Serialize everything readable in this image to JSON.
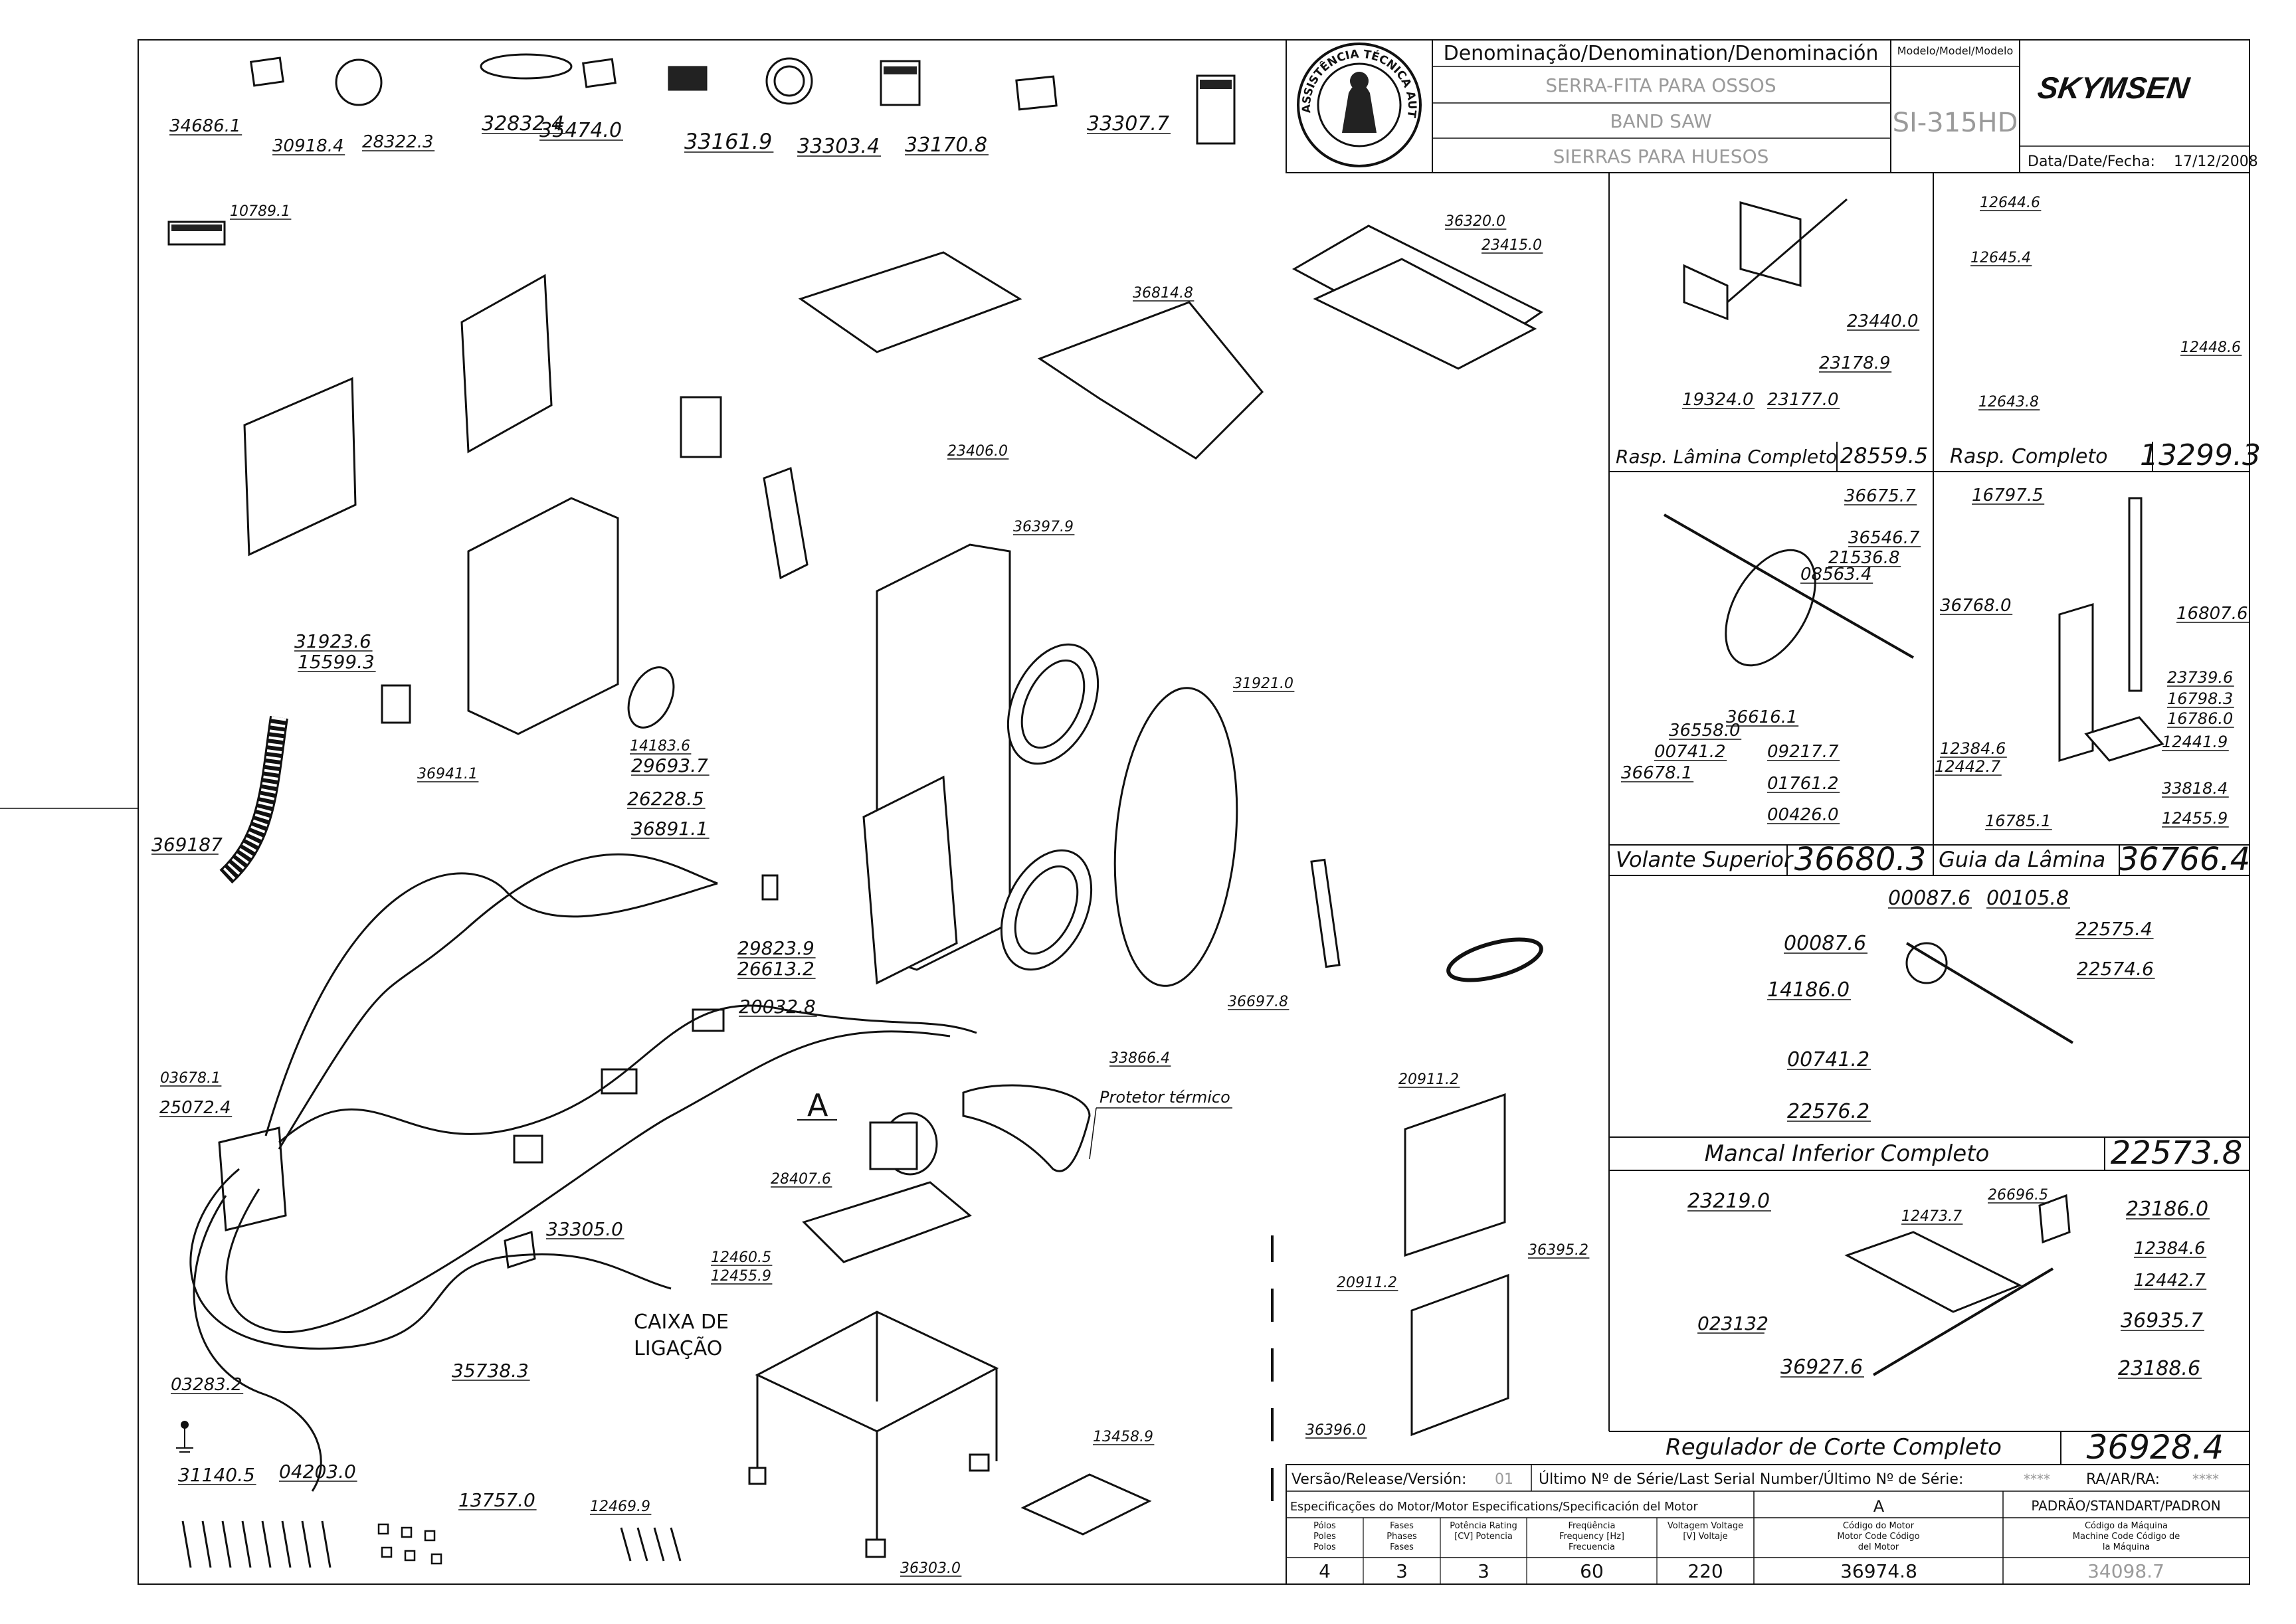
{
  "title_block": {
    "denomination_header": "Denominação/Denomination/Denominación",
    "model_header": "Modelo/Model/Modelo",
    "name_pt": "SERRA-FITA PARA OSSOS",
    "name_en": "BAND SAW",
    "name_es": "SIERRAS PARA HUESOS",
    "model": "SI-315HD",
    "brand": "SKYMSEN",
    "date_label": "Data/Date/Fecha:",
    "date": "17/12/2008",
    "seal_text": "ASSISTÊNCIA TÉCNICA AUTORIZADA"
  },
  "parts_main": [
    {
      "code": "34686.1"
    },
    {
      "code": "30918.4"
    },
    {
      "code": "28322.3"
    },
    {
      "code": "32832.4"
    },
    {
      "code": "35474.0"
    },
    {
      "code": "33161.9"
    },
    {
      "code": "33303.4"
    },
    {
      "code": "33170.8"
    },
    {
      "code": "33307.7"
    },
    {
      "code": "10789.1"
    },
    {
      "code": "36320.0"
    },
    {
      "code": "23415.0"
    },
    {
      "code": "36814.8"
    },
    {
      "code": "23406.0"
    },
    {
      "code": "36397.9"
    },
    {
      "code": "31923.6"
    },
    {
      "code": "15599.3"
    },
    {
      "code": "36941.1"
    },
    {
      "code": "14183.6"
    },
    {
      "code": "29693.7"
    },
    {
      "code": "26228.5"
    },
    {
      "code": "36891.1"
    },
    {
      "code": "369187"
    },
    {
      "code": "31921.0"
    },
    {
      "code": "29823.9"
    },
    {
      "code": "26613.2"
    },
    {
      "code": "20032.8"
    },
    {
      "code": "36697.8"
    },
    {
      "code": "33866.4"
    },
    {
      "code": "03678.1"
    },
    {
      "code": "25072.4"
    },
    {
      "code": "28407.6"
    },
    {
      "code": "12460.5"
    },
    {
      "code": "12455.9"
    },
    {
      "code": "33305.0"
    },
    {
      "code": "35738.3"
    },
    {
      "code": "03283.2"
    },
    {
      "code": "31140.5"
    },
    {
      "code": "04203.0"
    },
    {
      "code": "13757.0"
    },
    {
      "code": "12469.9"
    },
    {
      "code": "36303.0"
    },
    {
      "code": "13458.9"
    },
    {
      "code": "20911.2"
    },
    {
      "code": "36395.2"
    },
    {
      "code": "20911.2"
    },
    {
      "code": "36396.0"
    }
  ],
  "callouts": {
    "motor_label": "A",
    "thermal_protector": "Protetor térmico",
    "junction_box": [
      "CAIXA DE",
      "LIGAÇÃO"
    ]
  },
  "panels": {
    "scraper_blade": {
      "title": "Rasp. Lâmina Completo",
      "code": "28559.5",
      "parts": [
        "23440.0",
        "23178.9",
        "19324.0",
        "23177.0"
      ]
    },
    "scraper": {
      "title": "Rasp. Completo",
      "code": "13299.3",
      "parts": [
        "12644.6",
        "12645.4",
        "12448.6",
        "12643.8"
      ]
    },
    "upper_wheel": {
      "title": "Volante Superior",
      "code": "36680.3",
      "parts": [
        "36675.7",
        "36546.7",
        "21536.8",
        "08563.4",
        "36558.0",
        "00741.2",
        "36678.1",
        "36616.1",
        "09217.7",
        "01761.2",
        "00426.0"
      ]
    },
    "blade_guide": {
      "title": "Guia da Lâmina",
      "code": "36766.4",
      "parts": [
        "16797.5",
        "36768.0",
        "16807.6",
        "23739.6",
        "16798.3",
        "16786.0",
        "12384.6",
        "12442.7",
        "12441.9",
        "33818.4",
        "12455.9",
        "16785.1"
      ]
    },
    "lower_bearing": {
      "title": "Mancal Inferior Completo",
      "code": "22573.8",
      "parts": [
        "00087.6",
        "00105.8",
        "00087.6",
        "22575.4",
        "22574.6",
        "14186.0",
        "00741.2",
        "22576.2"
      ]
    },
    "cut_regulator": {
      "title": "Regulador de Corte Completo",
      "code": "36928.4",
      "parts": [
        "23219.0",
        "12473.7",
        "26696.5",
        "23186.0",
        "12384.6",
        "12442.7",
        "023132",
        "36935.7",
        "36927.6",
        "23188.6"
      ]
    }
  },
  "footer": {
    "version_label": "Versão/Release/Versión:",
    "version": "01",
    "serial_label": "Último Nº de Série/Last Serial Number/Último Nº de Série:",
    "serial": "****",
    "ra_label": "RA/AR/RA:",
    "ra": "****",
    "motor_spec_label": "Especificações do Motor/Motor Especifications/Specificación del Motor",
    "motor_letter": "A",
    "standard_label": "PADRÃO/STANDART/PADRON",
    "col_poles": "Pólos Poles Polos",
    "col_phases": "Fases Phases Fases",
    "col_power": "Potência Rating [CV] Potencia",
    "col_freq": "Freqüência Frequency [Hz] Frecuencia",
    "col_volt": "Voltagem Voltage [V] Voltaje",
    "col_motor_code": "Código do Motor Motor Code Código del Motor",
    "col_machine_code": "Código da Máquina Machine Code Código de la Máquina",
    "poles": "4",
    "phases": "3",
    "power": "3",
    "frequency": "60",
    "voltage": "220",
    "motor_code": "36974.8",
    "machine_code": "34098.7"
  }
}
